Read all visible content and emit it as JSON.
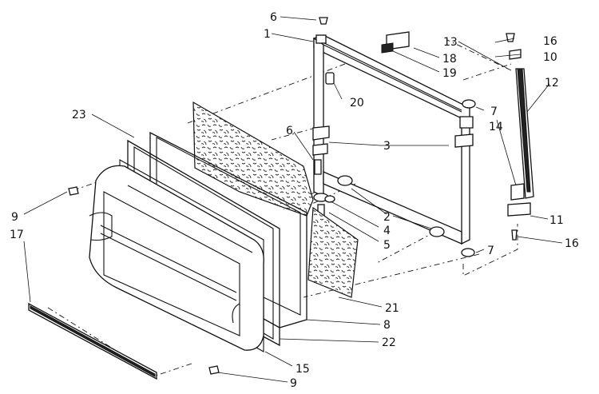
{
  "callouts": [
    {
      "id": "c6a",
      "text": "6"
    },
    {
      "id": "c1",
      "text": "1"
    },
    {
      "id": "c13",
      "text": "13"
    },
    {
      "id": "c16a",
      "text": "16"
    },
    {
      "id": "c18",
      "text": "18"
    },
    {
      "id": "c10",
      "text": "10"
    },
    {
      "id": "c19",
      "text": "19"
    },
    {
      "id": "c12",
      "text": "12"
    },
    {
      "id": "c20",
      "text": "20"
    },
    {
      "id": "c7a",
      "text": "7"
    },
    {
      "id": "c23",
      "text": "23"
    },
    {
      "id": "c14",
      "text": "14"
    },
    {
      "id": "c6b",
      "text": "6"
    },
    {
      "id": "c3",
      "text": "3"
    },
    {
      "id": "c9a",
      "text": "9"
    },
    {
      "id": "c2",
      "text": "2"
    },
    {
      "id": "c4",
      "text": "4"
    },
    {
      "id": "c11",
      "text": "11"
    },
    {
      "id": "c17",
      "text": "17"
    },
    {
      "id": "c5",
      "text": "5"
    },
    {
      "id": "c7b",
      "text": "7"
    },
    {
      "id": "c16b",
      "text": "16"
    },
    {
      "id": "c21",
      "text": "21"
    },
    {
      "id": "c8",
      "text": "8"
    },
    {
      "id": "c22",
      "text": "22"
    },
    {
      "id": "c15",
      "text": "15"
    },
    {
      "id": "c9b",
      "text": "9"
    }
  ]
}
